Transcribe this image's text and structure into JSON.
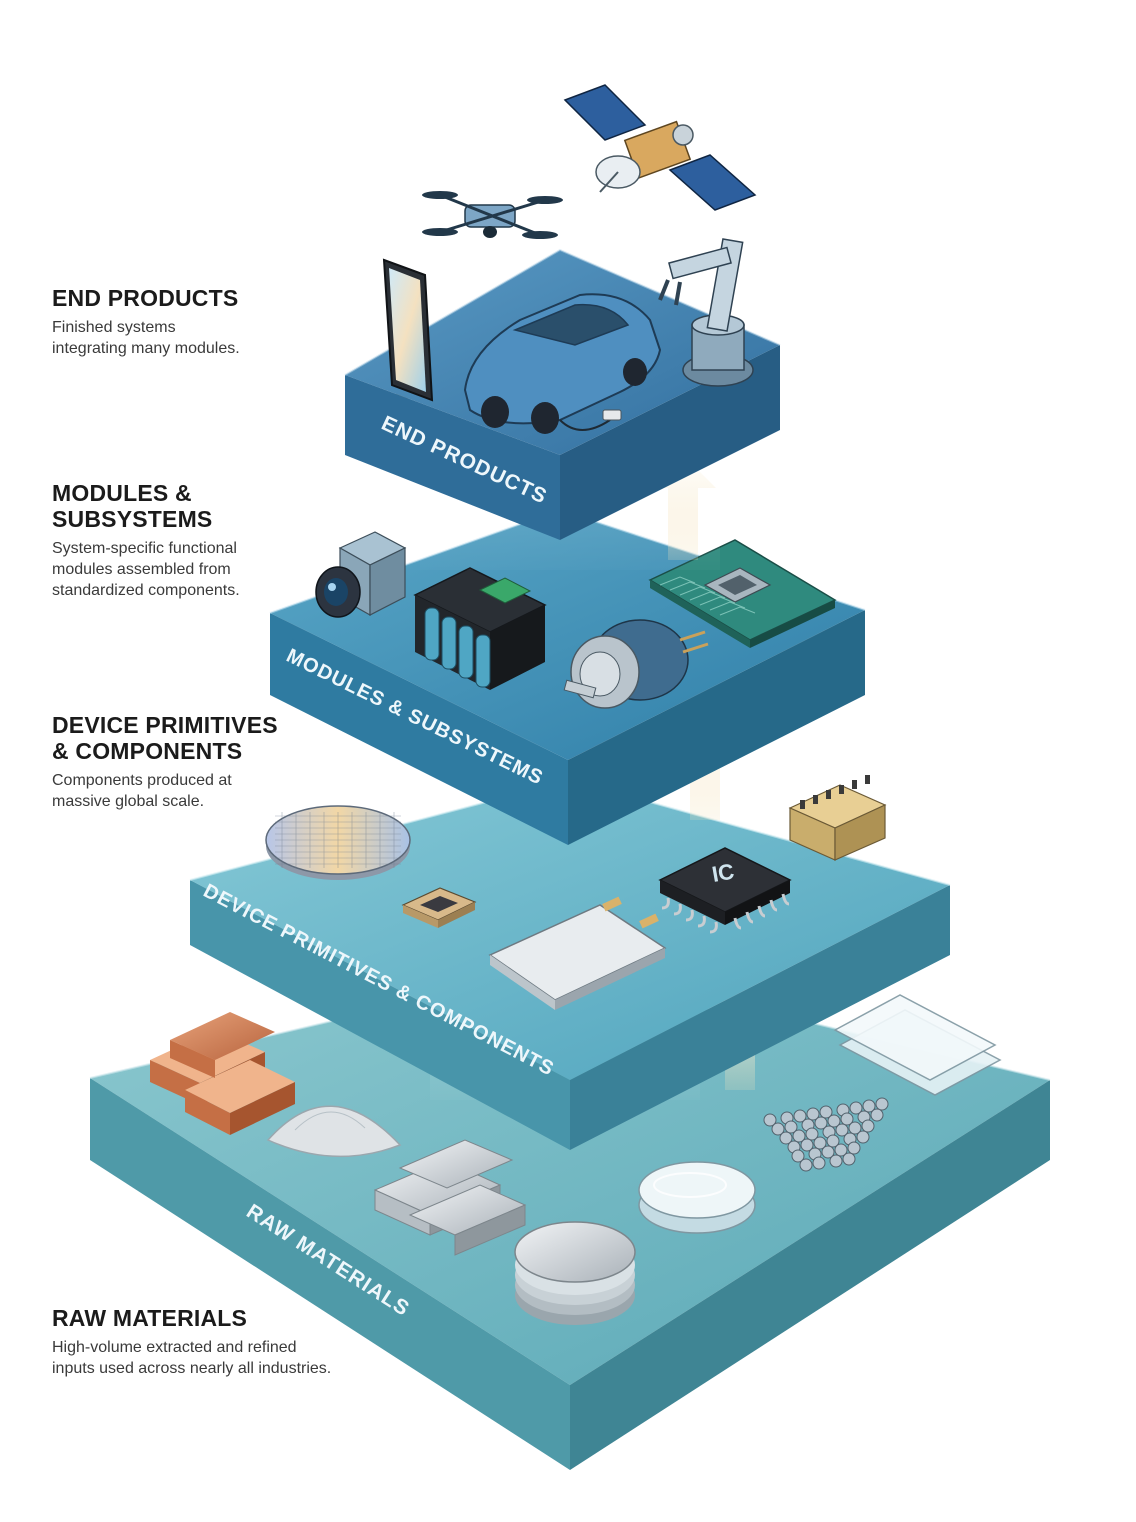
{
  "labels": {
    "end": {
      "title": "END PRODUCTS",
      "desc": "Finished systems\nintegrating many modules."
    },
    "modules": {
      "title": "MODULES &\nSUBSYSTEMS",
      "desc": "System-specific functional\nmodules assembled from\nstandardized components."
    },
    "devices": {
      "title": "DEVICE PRIMITIVES\n& COMPONENTS",
      "desc": "Components produced at\nmassive global scale."
    },
    "raw": {
      "title": "RAW MATERIALS",
      "desc": "High-volume extracted and refined\ninputs used across nearly all industries."
    }
  },
  "layers": {
    "end": "END PRODUCTS",
    "modules": "MODULES & SUBSYSTEMS",
    "devices": "DEVICE PRIMITIVES & COMPONENTS",
    "raw": "RAW MATERIALS"
  },
  "chip_label": "IC",
  "colors": {
    "raw_top": "#6fb6c1",
    "devices_top": "#5fb0c4",
    "modules_top": "#3f90b6",
    "end_top": "#3b7fae",
    "arrow": "#eef6fa"
  },
  "icons": [
    "satellite-icon",
    "drone-icon",
    "smartphone-icon",
    "electric-car-icon",
    "robot-arm-icon",
    "camera-module-icon",
    "battery-pack-icon",
    "circuit-board-icon",
    "electric-motor-icon",
    "silicon-wafer-icon",
    "connector-icon",
    "microchip-icon",
    "ic-chip-icon",
    "pouch-cell-icon",
    "copper-ingots-icon",
    "sand-pile-icon",
    "aluminum-ingots-icon",
    "glass-sheets-icon",
    "pellets-icon",
    "glass-disc-icon",
    "metal-discs-stack-icon"
  ]
}
